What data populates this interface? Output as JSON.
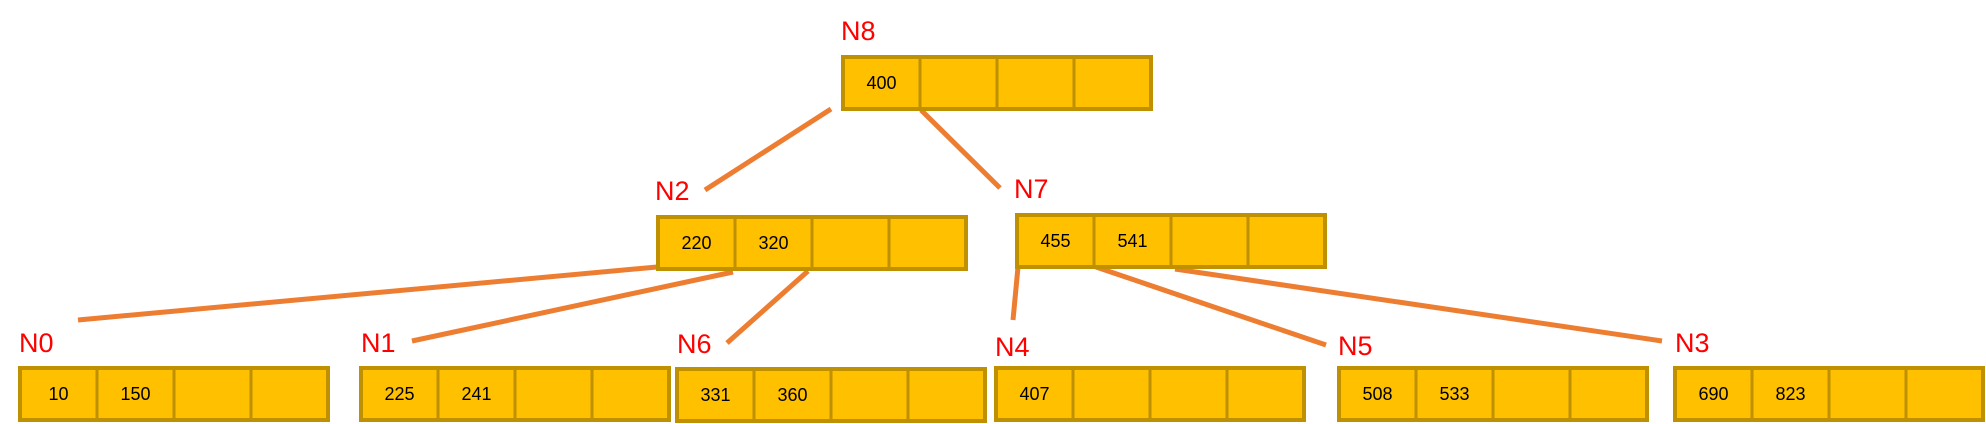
{
  "colors": {
    "node_fill": "#ffc000",
    "node_border": "#bf9000",
    "edge": "#ed7d31",
    "label": "#ff0000",
    "key_text": "#000000"
  },
  "nodes": [
    {
      "id": "N8",
      "label": "N8",
      "keys": [
        "400",
        "",
        "",
        ""
      ]
    },
    {
      "id": "N2",
      "label": "N2",
      "keys": [
        "220",
        "320",
        "",
        ""
      ]
    },
    {
      "id": "N7",
      "label": "N7",
      "keys": [
        "455",
        "541",
        "",
        ""
      ]
    },
    {
      "id": "N0",
      "label": "N0",
      "keys": [
        "10",
        "150",
        "",
        ""
      ]
    },
    {
      "id": "N1",
      "label": "N1",
      "keys": [
        "225",
        "241",
        "",
        ""
      ]
    },
    {
      "id": "N6",
      "label": "N6",
      "keys": [
        "331",
        "360",
        "",
        ""
      ]
    },
    {
      "id": "N4",
      "label": "N4",
      "keys": [
        "407",
        "",
        "",
        ""
      ]
    },
    {
      "id": "N5",
      "label": "N5",
      "keys": [
        "508",
        "533",
        "",
        ""
      ]
    },
    {
      "id": "N3",
      "label": "N3",
      "keys": [
        "690",
        "823",
        "",
        ""
      ]
    }
  ],
  "edges": [
    {
      "from": "N8",
      "to": "N2"
    },
    {
      "from": "N8",
      "to": "N7"
    },
    {
      "from": "N2",
      "to": "N0"
    },
    {
      "from": "N2",
      "to": "N1"
    },
    {
      "from": "N2",
      "to": "N6"
    },
    {
      "from": "N7",
      "to": "N4"
    },
    {
      "from": "N7",
      "to": "N5"
    },
    {
      "from": "N7",
      "to": "N3"
    }
  ]
}
